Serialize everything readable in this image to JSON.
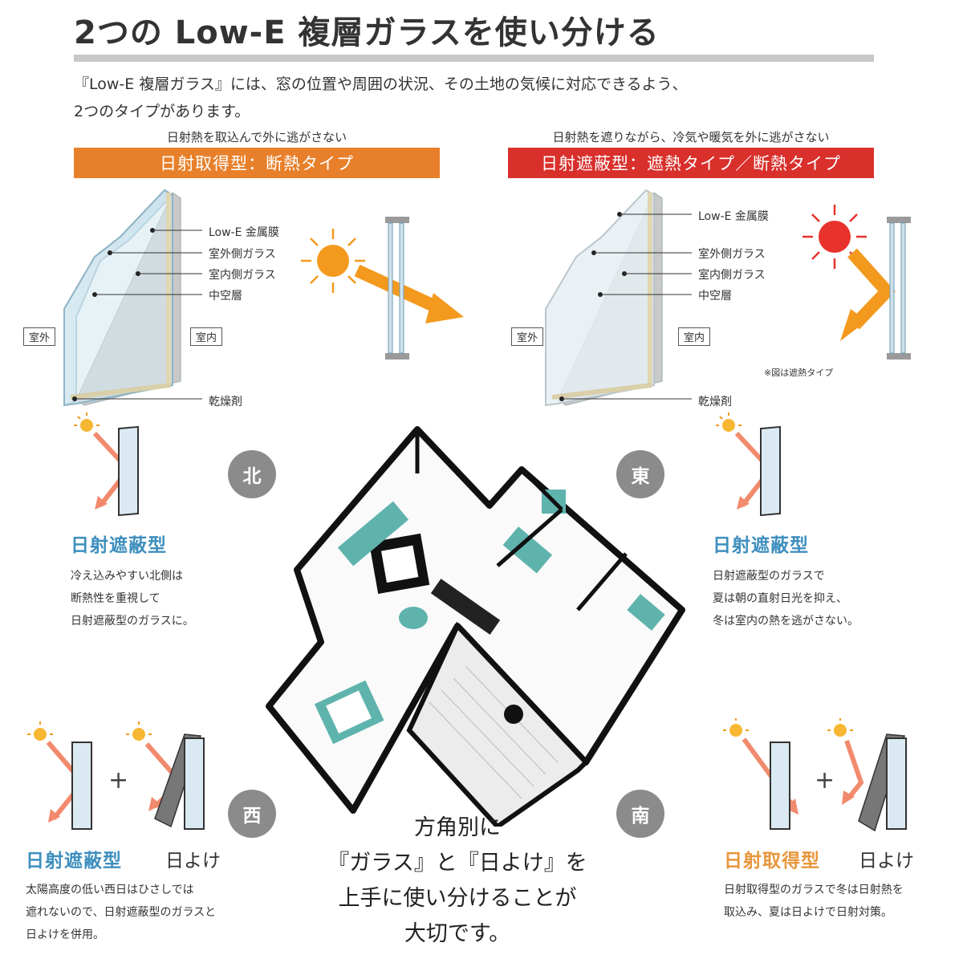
{
  "title": "2つの Low-E 複層ガラスを使い分ける",
  "intro": {
    "line1": "『Low-E 複層ガラス』には、窓の位置や周囲の状況、その土地の気候に対応できるよう、",
    "line2": "2つのタイプがあります。"
  },
  "left_panel": {
    "caption": "日射熱を取込んで外に逃がさない",
    "banner": "日射取得型：断熱タイプ",
    "banner_color": "#e8802b",
    "labels": {
      "lowe": "Low-E 金属膜",
      "outer": "室外側ガラス",
      "inner": "室内側ガラス",
      "air": "中空層",
      "desiccant": "乾燥剤"
    },
    "outside": "室外",
    "inside": "室内"
  },
  "right_panel": {
    "caption": "日射熱を遮りながら、冷気や暖気を外に逃がさない",
    "banner": "日射遮蔽型：遮熱タイプ／断熱タイプ",
    "banner_color": "#d9302c",
    "labels": {
      "lowe": "Low-E 金属膜",
      "outer": "室外側ガラス",
      "inner": "室内側ガラス",
      "air": "中空層",
      "desiccant": "乾燥剤"
    },
    "outside": "室外",
    "inside": "室内",
    "note": "※図は遮熱タイプ"
  },
  "north": {
    "dir": "北",
    "heading": "日射遮蔽型",
    "lines": [
      "冷え込みやすい北側は",
      "断熱性を重視して",
      "日射遮蔽型のガラスに。"
    ]
  },
  "east": {
    "dir": "東",
    "heading": "日射遮蔽型",
    "lines": [
      "日射遮蔽型のガラスで",
      "夏は朝の直射日光を抑え、",
      "冬は室内の熱を逃がさない。"
    ]
  },
  "west": {
    "dir": "西",
    "heading": "日射遮蔽型",
    "shade": "日よけ",
    "lines": [
      "太陽高度の低い西日はひさしでは",
      "遮れないので、日射遮蔽型のガラスと",
      "日よけを併用。"
    ]
  },
  "south": {
    "dir": "南",
    "heading": "日射取得型",
    "shade": "日よけ",
    "lines": [
      "日射取得型のガラスで冬は日射熱を",
      "取込み、夏は日よけで日射対策。"
    ]
  },
  "center_text": [
    "方角別に",
    "『ガラス』と『日よけ』を",
    "上手に使い分けることが",
    "大切です。"
  ],
  "plus": "+",
  "colors": {
    "sun_orange": "#f39a1e",
    "sun_red": "#e8322c",
    "blue": "#3e8fbe",
    "orange": "#e8963a",
    "teal": "#5fb3ad",
    "circle": "#8b8b8b"
  }
}
